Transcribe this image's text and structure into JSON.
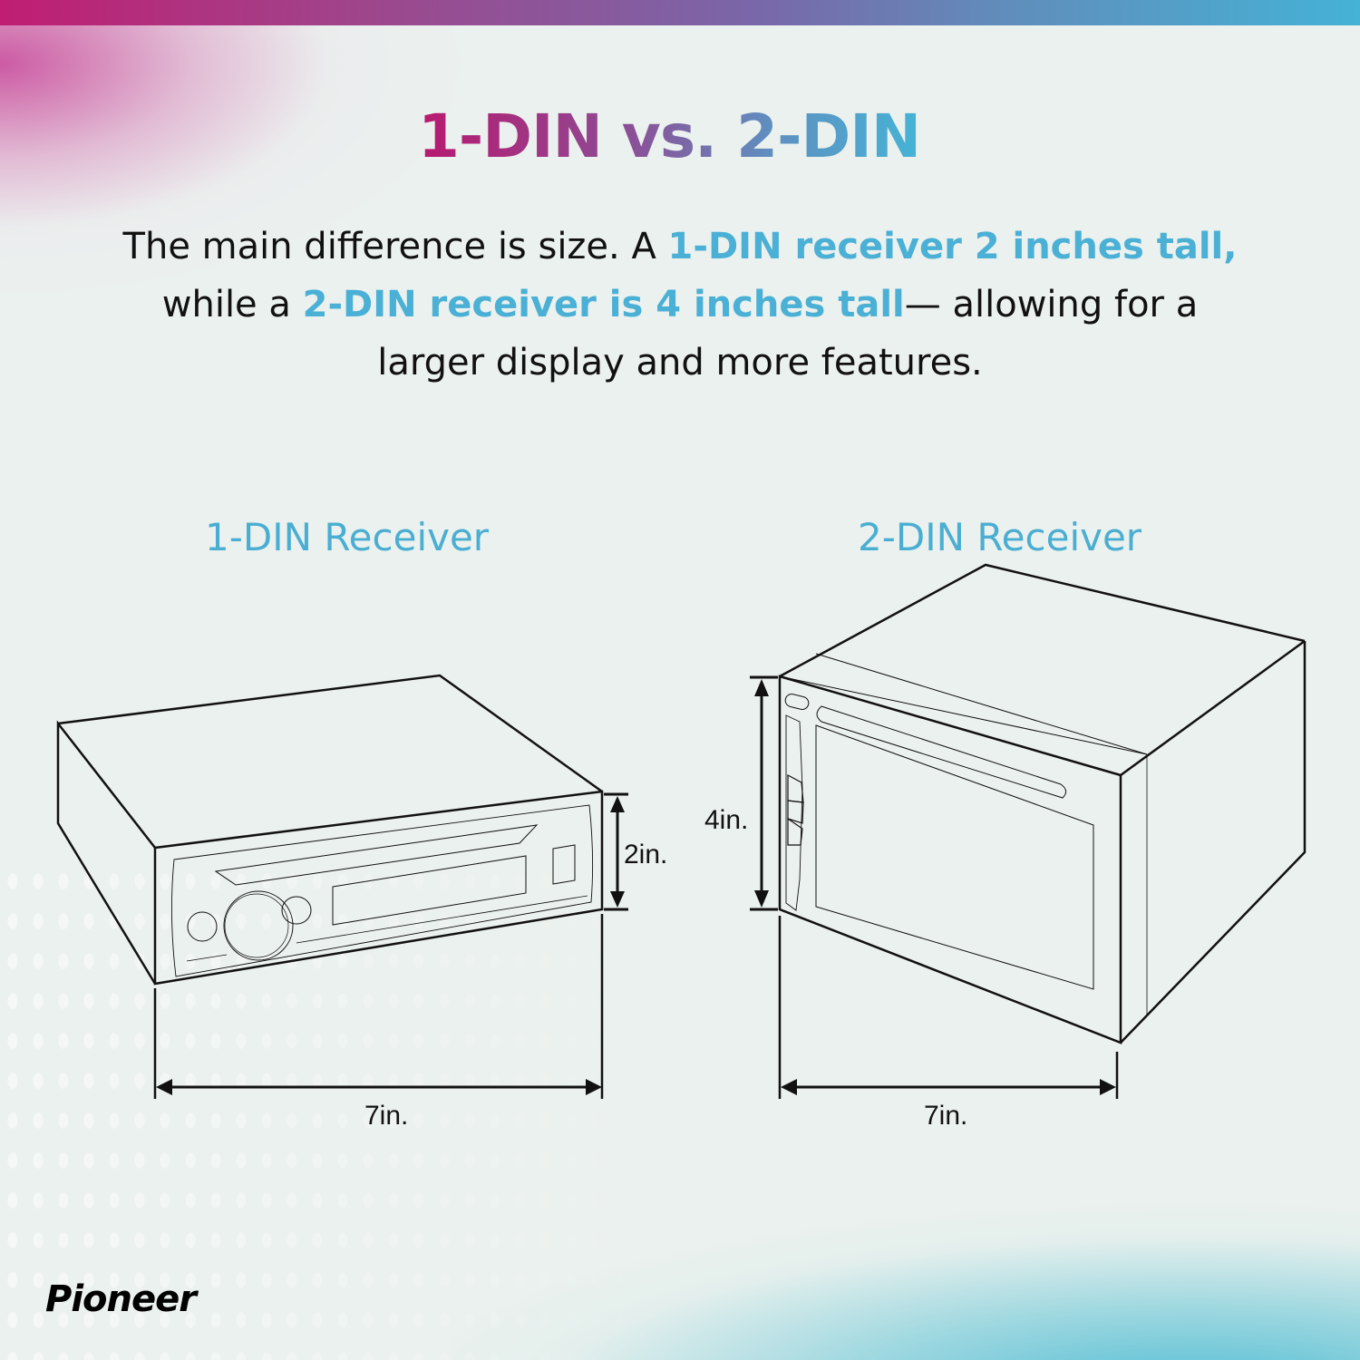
{
  "header": {
    "title": "1-DIN vs. 2-DIN",
    "title_gradient": [
      "#b8186f",
      "#45b4d6"
    ],
    "top_bar_gradient": [
      "#c01e72",
      "#45b2d6"
    ]
  },
  "intro": {
    "part1": "The main difference is size. A ",
    "highlight1": "1-DIN receiver 2 inches tall,",
    "part2": " while a ",
    "highlight2": "2-DIN receiver is 4 inches tall",
    "part3": "— allowing for a larger display and more features.",
    "highlight_color": "#4bb0d5"
  },
  "receivers": [
    {
      "title": "1-DIN Receiver",
      "height_label": "2in.",
      "width_label": "7in."
    },
    {
      "title": "2-DIN Receiver",
      "height_label": "4in.",
      "width_label": "7in."
    }
  ],
  "brand": {
    "logo_text": "Pioneer"
  }
}
